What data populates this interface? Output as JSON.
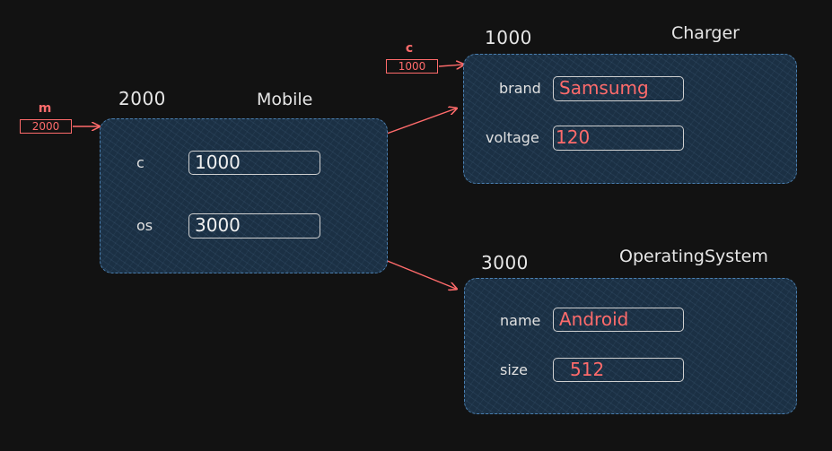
{
  "mobile": {
    "address": "2000",
    "class_name": "Mobile",
    "fields": [
      {
        "name": "c",
        "value": "1000"
      },
      {
        "name": "os",
        "value": "3000"
      }
    ]
  },
  "charger": {
    "address": "1000",
    "class_name": "Charger",
    "fields": [
      {
        "name": "brand",
        "value": "Samsumg"
      },
      {
        "name": "voltage",
        "value": "120"
      }
    ]
  },
  "operating_system": {
    "address": "3000",
    "class_name": "OperatingSystem",
    "fields": [
      {
        "name": "name",
        "value": "Android"
      },
      {
        "name": "size",
        "value": "512"
      }
    ]
  },
  "references": [
    {
      "name": "m",
      "value": "2000"
    },
    {
      "name": "c",
      "value": "1000"
    }
  ],
  "colors": {
    "background": "#121212",
    "object_fill": "#1b3044",
    "object_border": "#4a7fb0",
    "reference_red": "#ff6b6b",
    "text": "#e6e6e6"
  }
}
